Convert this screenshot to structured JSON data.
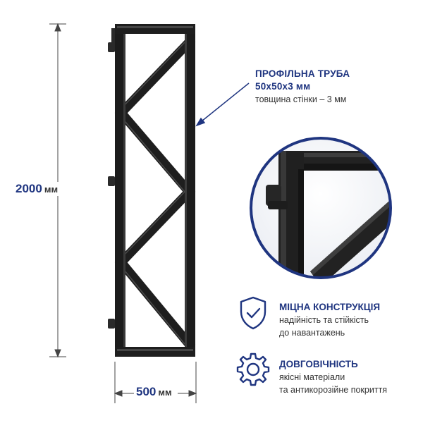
{
  "height_dimension": {
    "value": "2000",
    "unit": "мм"
  },
  "width_dimension": {
    "value": "500",
    "unit": "мм"
  },
  "profile_callout": {
    "title_line1": "ПРОФІЛЬНА ТРУБА",
    "title_line2": "50x50x3 мм",
    "subtitle": "товщина стінки – 3 мм"
  },
  "features": [
    {
      "icon": "shield-check-icon",
      "title": "МІЦНА КОНСТРУКЦІЯ",
      "line1": "надійність та стійкість",
      "line2": "до навантажень"
    },
    {
      "icon": "gear-icon",
      "title": "ДОВГОВІЧНІСТЬ",
      "line1": "якісні матеріали",
      "line2": "та антикорозійне покриття"
    }
  ],
  "colors": {
    "accent": "#1f3580",
    "frame": "#1e1e1e",
    "text": "#333333"
  }
}
